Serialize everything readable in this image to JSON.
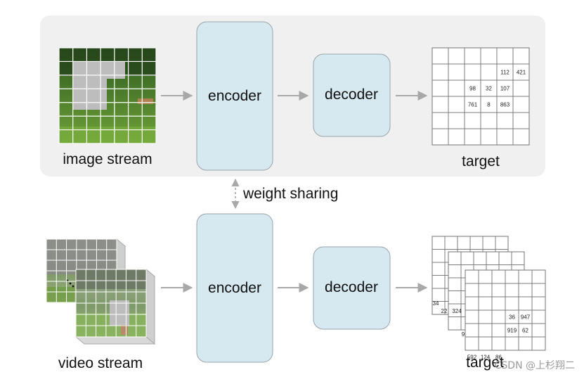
{
  "top": {
    "input_label": "image stream",
    "encoder_label": "encoder",
    "decoder_label": "decoder",
    "target_label": "target",
    "target_values": {
      "r2c5": "112",
      "r2c6": "421",
      "r3c3": "98",
      "r3c4": "32",
      "r3c5": "107",
      "r4c3": "761",
      "r4c4": "8",
      "r4c5": "863"
    }
  },
  "shared": {
    "label": "weight sharing"
  },
  "bottom": {
    "input_label": "video stream",
    "encoder_label": "encoder",
    "decoder_label": "decoder",
    "target_label": "target",
    "front_values": {
      "r4c4": "36",
      "r4c5": "947",
      "r5c4": "919",
      "r5c5": "62",
      "r7c1": "592",
      "r7c2": "124",
      "r7c3": "86"
    },
    "back_values": [
      "34",
      "22",
      "324",
      "9"
    ]
  },
  "watermark": "CSDN @上杉翔二",
  "colors": {
    "panel": "#f0f0f0",
    "box_fill": "#d6e9f0",
    "box_stroke": "#9aa4aa",
    "arrow": "#a8a8a8",
    "mask": "#bdbdbd"
  }
}
